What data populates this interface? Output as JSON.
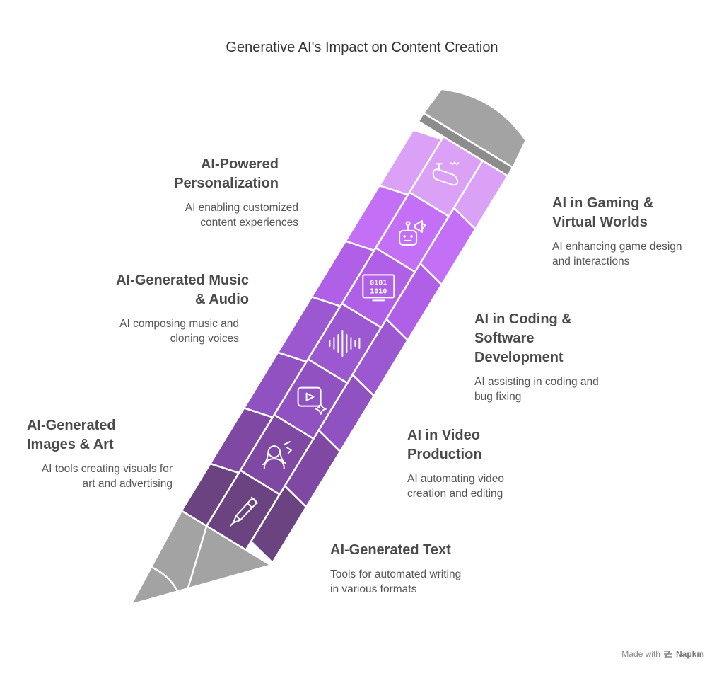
{
  "title": "Generative AI's Impact on Content Creation",
  "colors": {
    "eraser": "#a3a3a3",
    "eraser_dark": "#8c8c8c",
    "tip": "#a3a3a3",
    "tip_line": "#ffffff",
    "segments": [
      "#6b4380",
      "#7e48a3",
      "#8f52c0",
      "#9c58d1",
      "#af60e6",
      "#c370f6",
      "#dba1f6"
    ]
  },
  "items": [
    {
      "title": "AI-Generated Text",
      "desc": "Tools for automated writing\nin various formats",
      "icon": "pen-icon"
    },
    {
      "title": "AI-Generated\nImages & Art",
      "desc": "AI tools creating visuals for\nart and advertising",
      "icon": "artist-icon"
    },
    {
      "title": "AI in Video\nProduction",
      "desc": "AI automating video\ncreation and editing",
      "icon": "video-sparkle-icon"
    },
    {
      "title": "AI-Generated Music\n& Audio",
      "desc": "AI composing music and\ncloning voices",
      "icon": "sound-wave-icon"
    },
    {
      "title": "AI in Coding &\nSoftware\nDevelopment",
      "desc": "AI assisting in coding and\nbug fixing",
      "icon": "binary-monitor-icon"
    },
    {
      "title": "AI-Powered\nPersonalization",
      "desc": "AI enabling customized\ncontent experiences",
      "icon": "robot-megaphone-icon"
    },
    {
      "title": "AI in Gaming &\nVirtual Worlds",
      "desc": "AI enhancing game design\nand interactions",
      "icon": "game-controller-icon"
    }
  ],
  "footer": {
    "prefix": "Made with",
    "brand": "Napkin",
    "icon": "napkin-logo-icon"
  }
}
